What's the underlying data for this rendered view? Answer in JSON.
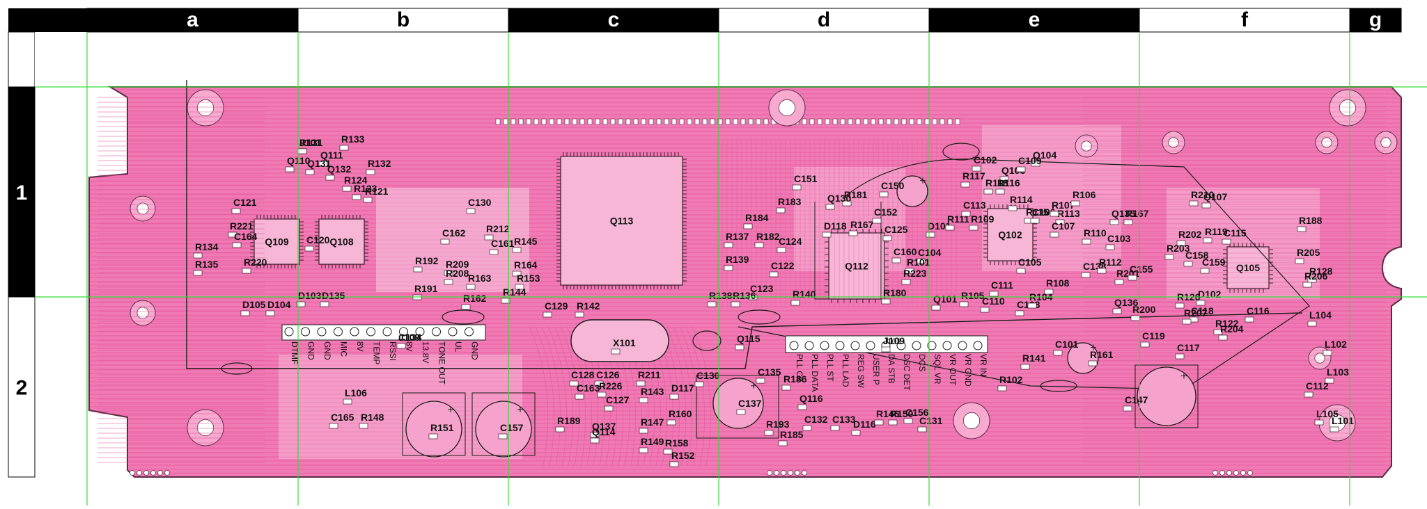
{
  "grid": {
    "columns": [
      "a",
      "b",
      "c",
      "d",
      "e",
      "f",
      "g"
    ],
    "rows": [
      "1",
      "2"
    ]
  },
  "board": {
    "copper_color": "#f07ab4",
    "trace_color": "#e0559c",
    "outline_color": "#5a2b44",
    "grid_line_color": "#33dd33",
    "ic_labels": [
      "Q113",
      "Q109",
      "Q108",
      "Q112",
      "Q102",
      "Q105"
    ]
  },
  "components": [
    "R131",
    "R133",
    "Q111",
    "R132",
    "Q110",
    "Q131",
    "Q132",
    "R124",
    "R123",
    "R121",
    "C121",
    "R221",
    "C164",
    "R220",
    "C120",
    "R134",
    "R135",
    "D105",
    "D104",
    "D103",
    "D135",
    "C130",
    "C162",
    "R212",
    "C161",
    "R145",
    "R192",
    "R209",
    "R208",
    "R164",
    "R163",
    "R153",
    "R191",
    "R162",
    "R144",
    "C129",
    "R142",
    "C151",
    "R183",
    "R181",
    "Q130",
    "R167",
    "C150",
    "C152",
    "C125",
    "R184",
    "D118",
    "R137",
    "R182",
    "C124",
    "R139",
    "C122",
    "C123",
    "R138",
    "R136",
    "R140",
    "R180",
    "D101",
    "R111",
    "C113",
    "R109",
    "C160",
    "C104",
    "R101",
    "R223",
    "Q101",
    "R105",
    "C110",
    "C111",
    "C108",
    "C102",
    "Q104",
    "Q103",
    "C109",
    "R117",
    "R118",
    "R116",
    "R114",
    "R115",
    "C106",
    "R113",
    "R107",
    "R106",
    "C107",
    "C105",
    "R108",
    "R104",
    "R110",
    "C103",
    "C138",
    "R112",
    "R201",
    "C155",
    "Q136",
    "R200",
    "Q135",
    "R167",
    "R210",
    "Q107",
    "R202",
    "R203",
    "C158",
    "R119",
    "C115",
    "C159",
    "R205",
    "R128",
    "D102",
    "R126",
    "C118",
    "R207",
    "C116",
    "R122",
    "R204",
    "L104",
    "R188",
    "R206",
    "X101",
    "C128",
    "C126",
    "R211",
    "C163",
    "R226",
    "D117",
    "R143",
    "C127",
    "C137",
    "Q137",
    "R147",
    "R160",
    "Q114",
    "R149",
    "R158",
    "R152",
    "R189",
    "C130",
    "C135",
    "R186",
    "Q116",
    "C132",
    "R193",
    "R185",
    "C133",
    "D116",
    "R146",
    "R150",
    "C156",
    "C131",
    "Q115",
    "R141",
    "C101",
    "R102",
    "R161",
    "C119",
    "C117",
    "C147",
    "C112",
    "L103",
    "L105",
    "L101",
    "L102",
    "L106",
    "C165",
    "R148",
    "R151",
    "C157",
    "C134",
    "J109",
    "J101"
  ],
  "connector_j109": {
    "label": "J109",
    "pins": [
      "DTMF",
      "GND",
      "GND",
      "MIC",
      "8V",
      "TEMP",
      "RSSI",
      "8V",
      "13.8V",
      "TONE OUT",
      "UL",
      "GND"
    ]
  },
  "connector_j101": {
    "label": "J101",
    "pins": [
      "PLL CK",
      "PLL DATA",
      "PLL ST",
      "PLL LAD",
      "REG SW",
      "USER P",
      "DA STB",
      "DSC DET",
      "DCS",
      "SQL VR",
      "VR OUT",
      "VR GND",
      "VR IN"
    ]
  }
}
